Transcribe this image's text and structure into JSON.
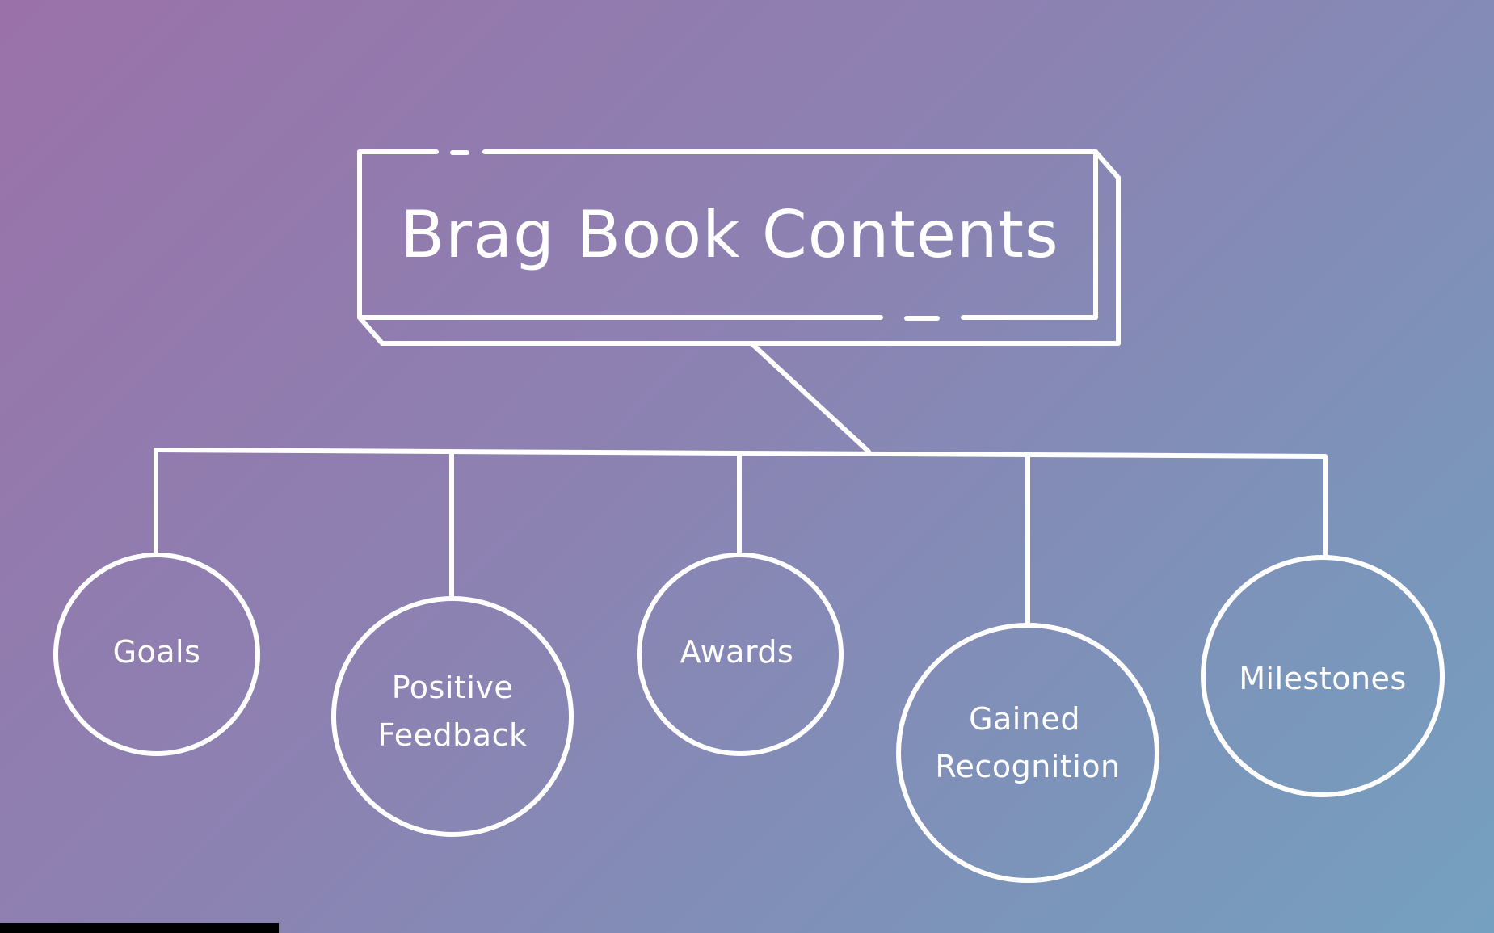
{
  "diagram": {
    "title": "Brag Book Contents",
    "nodes": [
      {
        "lines": [
          "Goals"
        ]
      },
      {
        "lines": [
          "Positive",
          "Feedback"
        ]
      },
      {
        "lines": [
          "Awards"
        ]
      },
      {
        "lines": [
          "Gained",
          "Recognition"
        ]
      },
      {
        "lines": [
          "Milestones"
        ]
      }
    ]
  },
  "colors": {
    "stroke": "#ffffff",
    "gradient_start": "#9a72a9",
    "gradient_end": "#75a0c0"
  }
}
